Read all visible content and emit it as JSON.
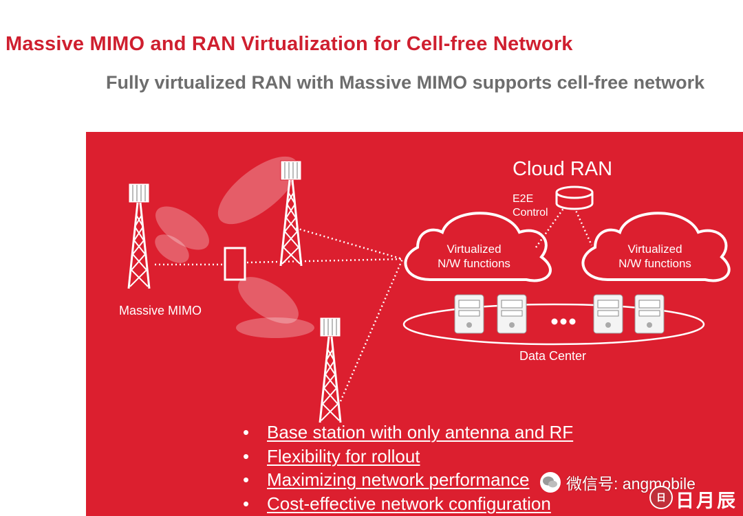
{
  "header": {
    "title": "Massive MIMO and RAN Virtualization for Cell-free Network",
    "subtitle": "Fully virtualized RAN with Massive MIMO supports cell-free network"
  },
  "diagram": {
    "cloud_ran_label": "Cloud RAN",
    "e2e_control_label": [
      "E2E",
      "Control"
    ],
    "vnf_left": [
      "Virtualized",
      "N/W functions"
    ],
    "vnf_right": [
      "Virtualized",
      "N/W functions"
    ],
    "data_center_label": "Data Center",
    "massive_mimo_label": "Massive MIMO"
  },
  "bullets": [
    "Base station with only antenna and RF",
    "Flexibility for rollout",
    "Maximizing network performance",
    "Cost-effective network configuration"
  ],
  "watermark": {
    "text": "微信号: angmobile",
    "seal_glyph": "日",
    "seal_text": "日月辰"
  },
  "colors": {
    "accent_red": "#dc1f2f",
    "title_red": "#cf1f2f",
    "subtitle_gray": "#6d6d6d"
  }
}
